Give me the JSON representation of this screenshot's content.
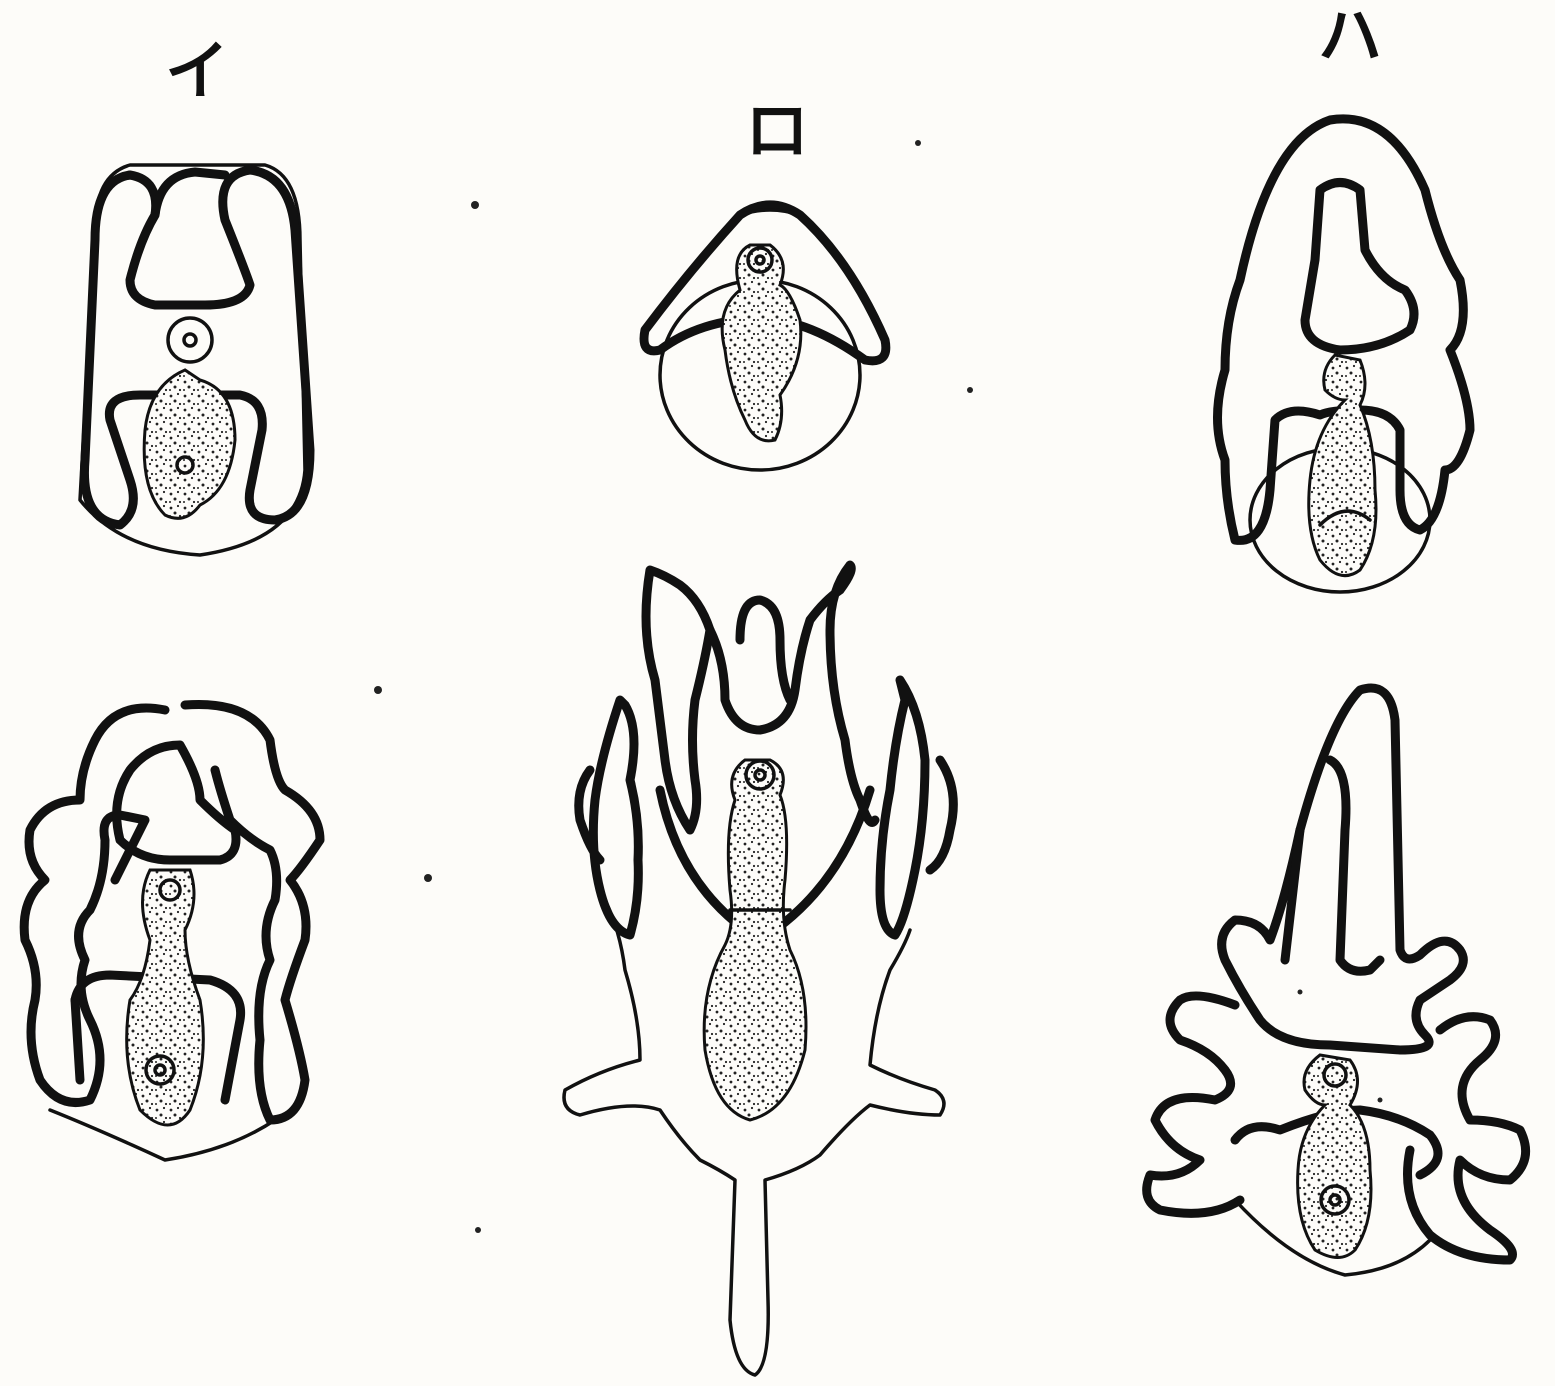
{
  "figure": {
    "labels": {
      "a": "イ",
      "b": "ロ",
      "c": "ハ"
    },
    "ink_color": "#111111",
    "paper_color": "#fdfcf9",
    "panels": [
      "larva-a-early",
      "larva-b-early",
      "larva-c-early",
      "larva-a-late",
      "larva-b-late",
      "larva-c-late"
    ]
  }
}
